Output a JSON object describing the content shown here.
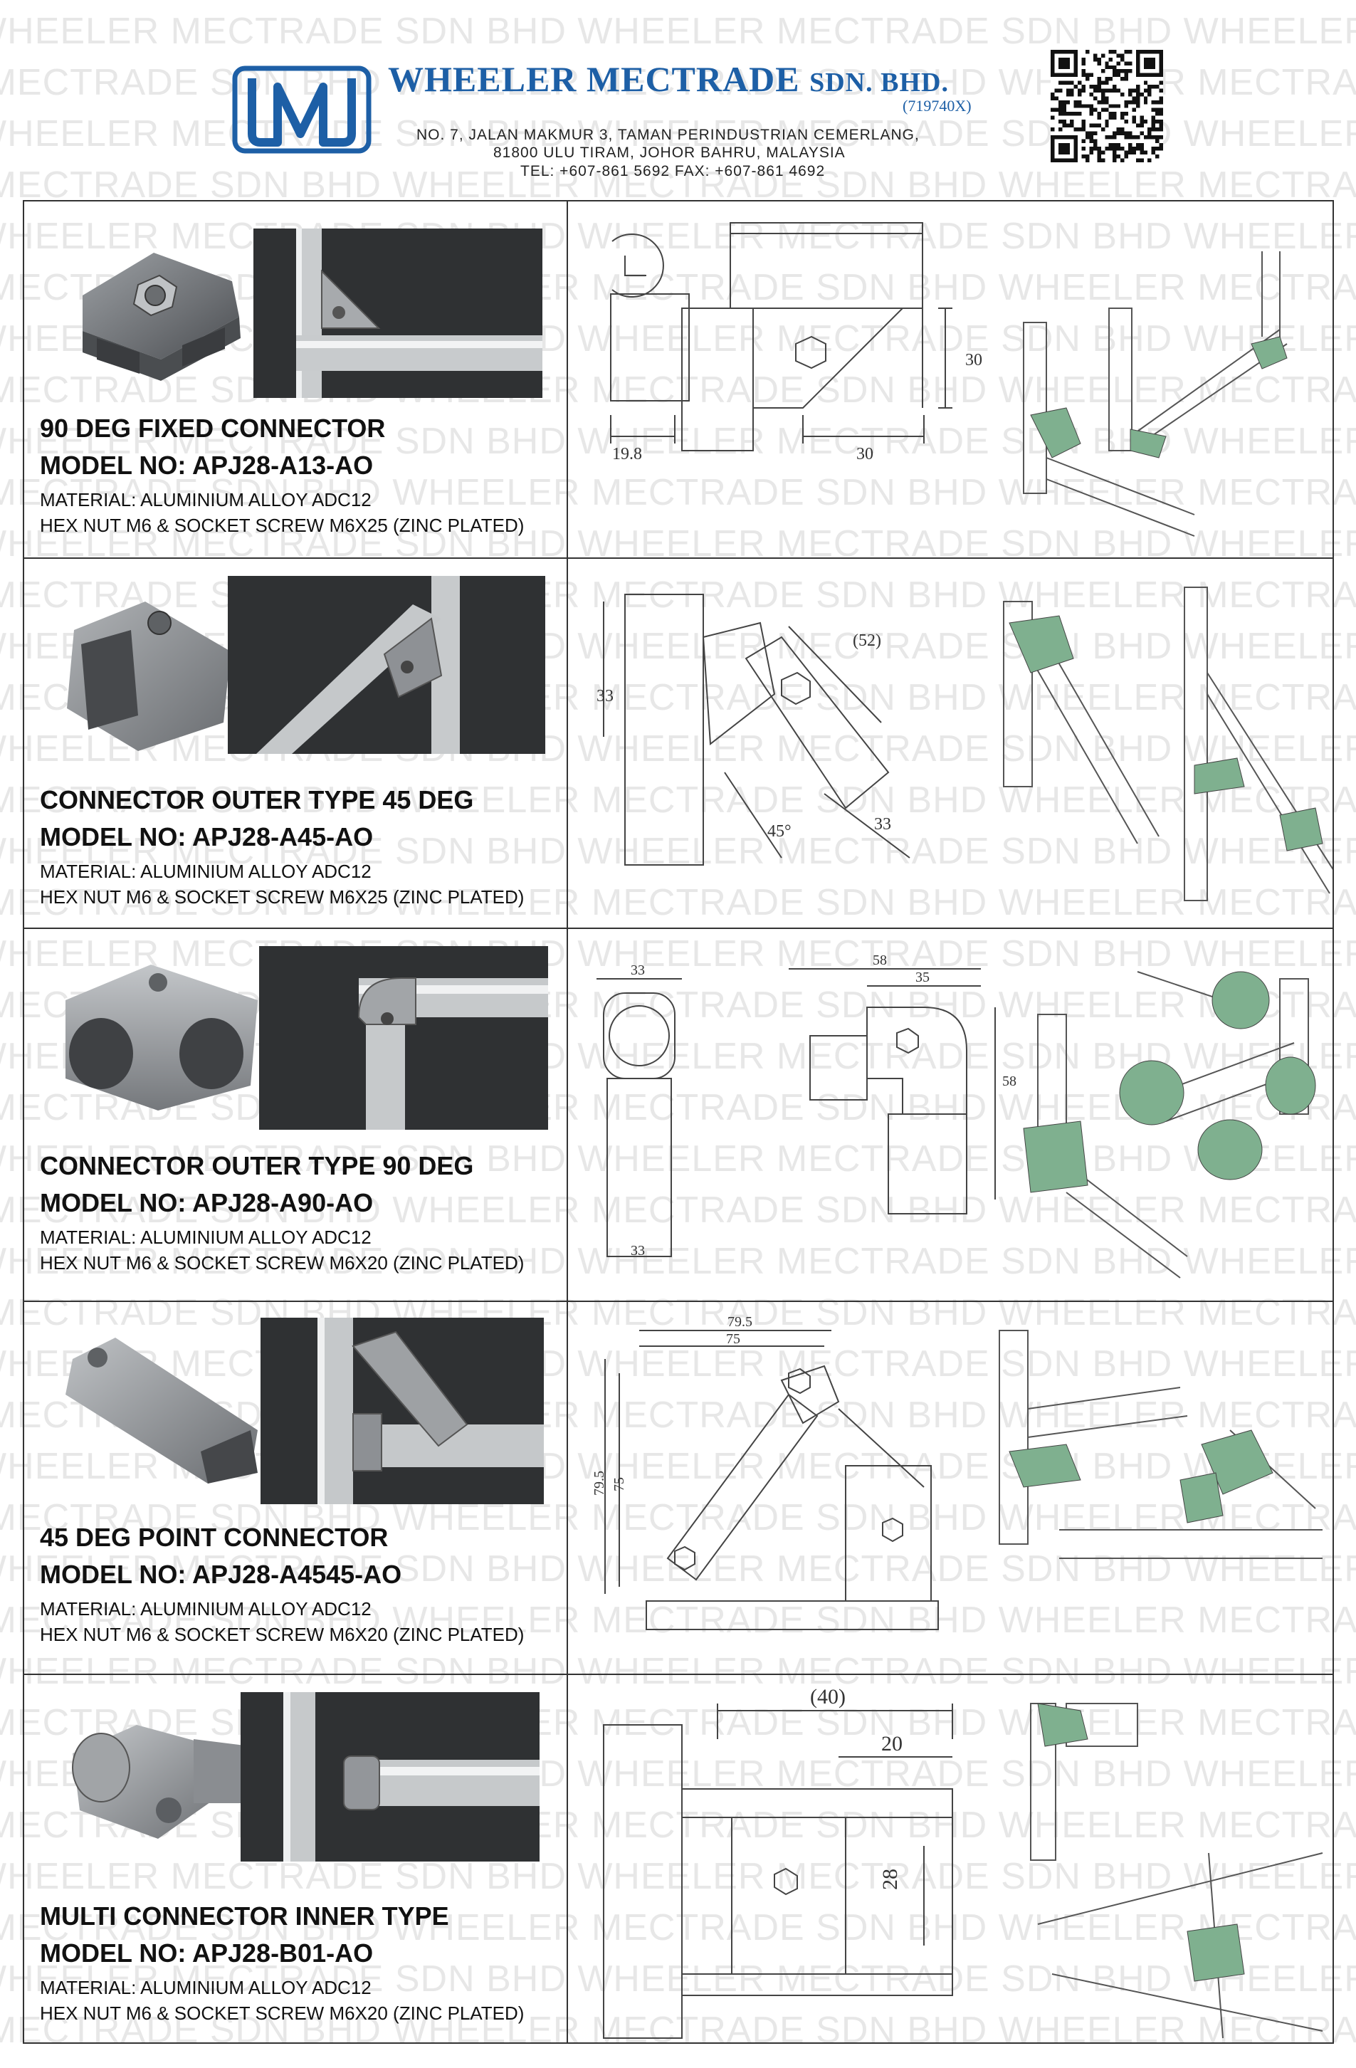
{
  "watermark_text": "WHEELER MECTRADE SDN BHD",
  "header": {
    "company_name": "WHEELER MECTRADE",
    "company_suffix": "SDN. BHD.",
    "registration": "(719740X)",
    "address_1": "NO. 7, JALAN MAKMUR 3, TAMAN PERINDUSTRIAN CEMERLANG,",
    "address_2": "81800 ULU TIRAM, JOHOR BAHRU, MALAYSIA",
    "contact": "TEL: +607-861 5692  FAX: +607-861 4692",
    "brand_color": "#1d5fa6"
  },
  "products": [
    {
      "name": "90 DEG FIXED CONNECTOR",
      "model": "MODEL NO: APJ28-A13-AO",
      "material": "MATERIAL: ALUMINIUM ALLOY ADC12",
      "hardware": "HEX NUT M6 & SOCKET SCREW M6X25 (ZINC PLATED)",
      "dims": [
        "19.8",
        "30",
        "30"
      ]
    },
    {
      "name": "CONNECTOR OUTER TYPE 45 DEG",
      "model": "MODEL NO: APJ28-A45-AO",
      "material": "MATERIAL: ALUMINIUM ALLOY ADC12",
      "hardware": "HEX NUT M6 & SOCKET SCREW M6X25 (ZINC PLATED)",
      "dims": [
        "33",
        "(52)",
        "45°",
        "33"
      ]
    },
    {
      "name": "CONNECTOR OUTER TYPE 90 DEG",
      "model": "MODEL NO: APJ28-A90-AO",
      "material": "MATERIAL: ALUMINIUM ALLOY ADC12",
      "hardware": "HEX NUT M6 & SOCKET SCREW M6X20 (ZINC PLATED)",
      "dims": [
        "33",
        "33",
        "58",
        "35",
        "58"
      ]
    },
    {
      "name": "45 DEG POINT CONNECTOR",
      "model": "MODEL NO: APJ28-A4545-AO",
      "material": "MATERIAL: ALUMINIUM ALLOY ADC12",
      "hardware": "HEX NUT M6 & SOCKET SCREW M6X20 (ZINC PLATED)",
      "dims": [
        "79.5",
        "75",
        "79.5",
        "75"
      ]
    },
    {
      "name": "MULTI CONNECTOR INNER TYPE",
      "model": "MODEL NO: APJ28-B01-AO",
      "material": "MATERIAL: ALUMINIUM ALLOY ADC12",
      "hardware": "HEX NUT M6 & SOCKET SCREW M6X20 (ZINC PLATED)",
      "dims": [
        "(40)",
        "20",
        "28"
      ]
    }
  ]
}
